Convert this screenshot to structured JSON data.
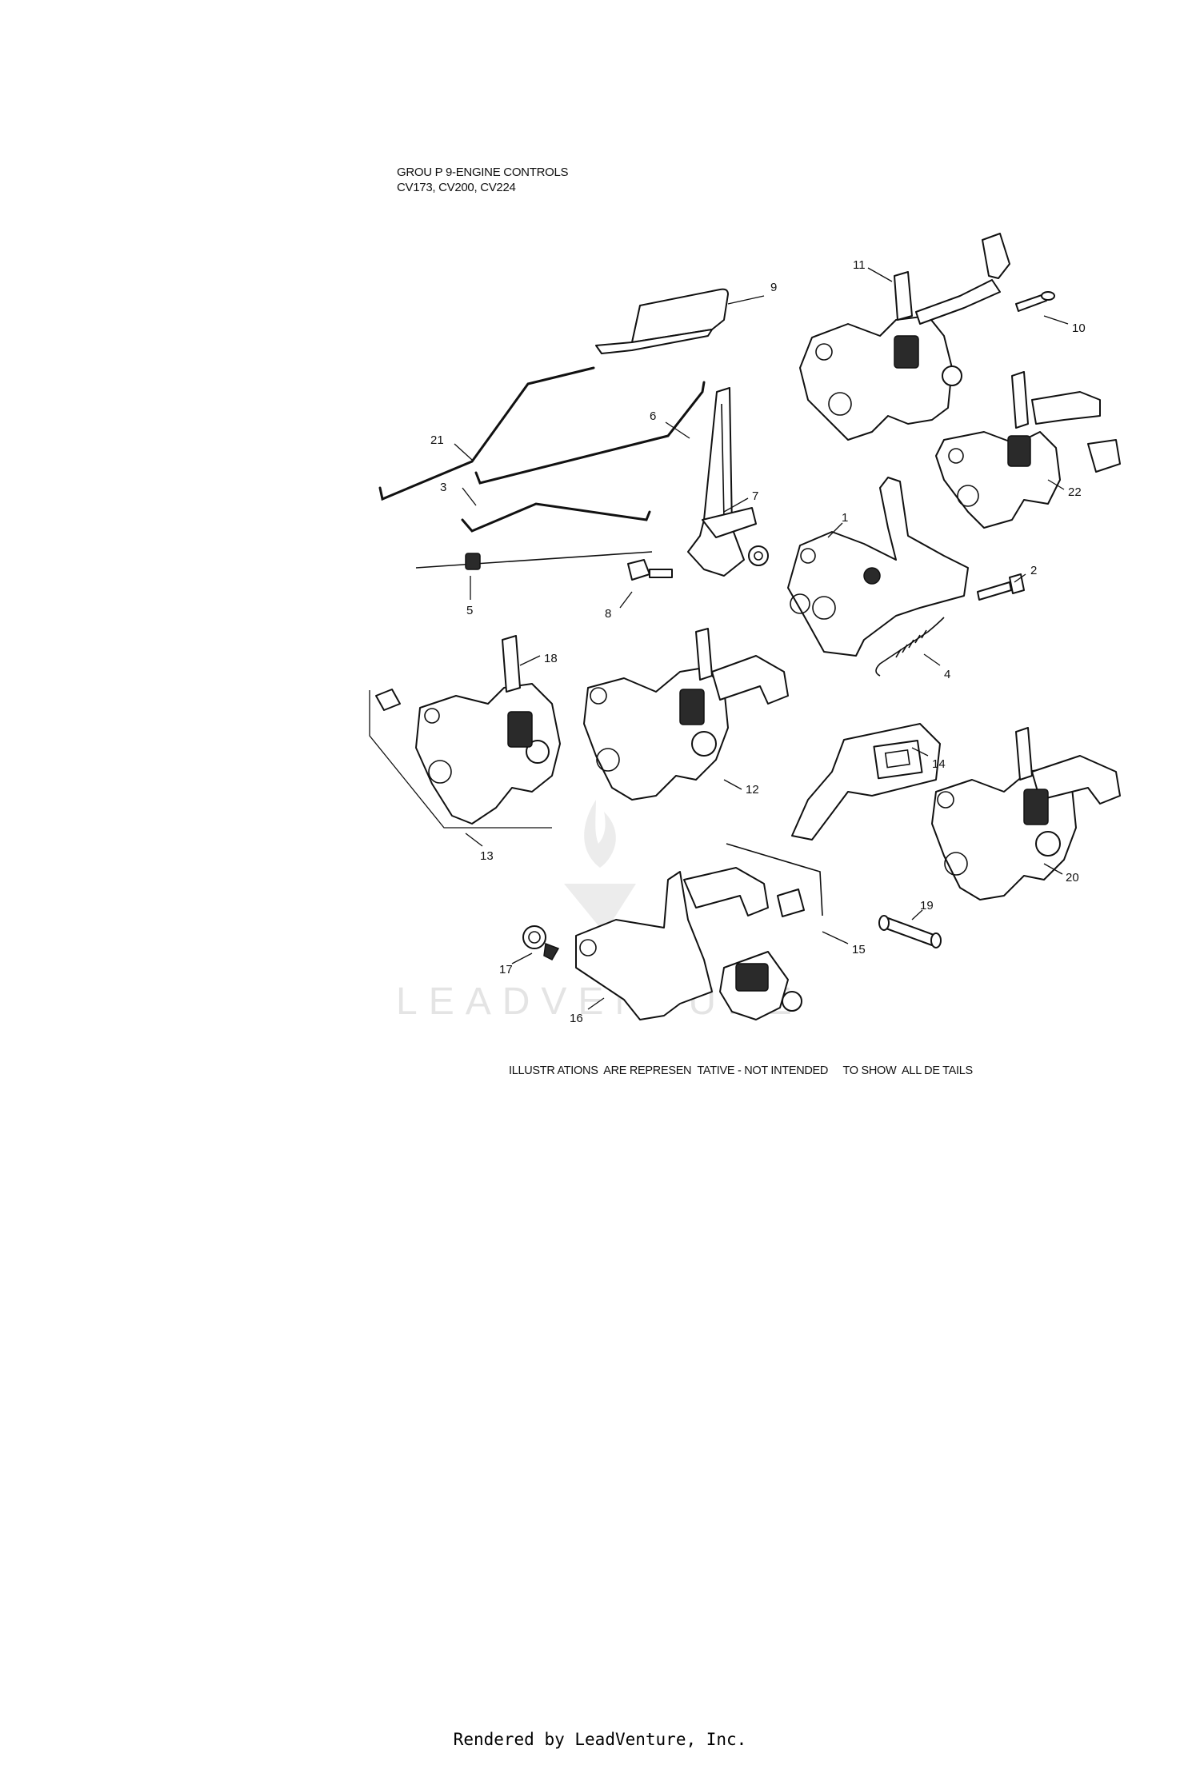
{
  "header": {
    "line1": "GROU P 9-ENGINE CONTROLS",
    "line2": "CV173, CV200, CV224"
  },
  "disclaimer": "ILLUSTR ATIONS  ARE REPRESEN  TATIVE - NOT INTENDED     TO SHOW  ALL DE TAILS",
  "watermark": "LEADVENTURE",
  "footer": "Rendered by LeadVenture, Inc.",
  "callouts": [
    {
      "id": "c1",
      "label": "1"
    },
    {
      "id": "c2",
      "label": "2"
    },
    {
      "id": "c3",
      "label": "3"
    },
    {
      "id": "c4",
      "label": "4"
    },
    {
      "id": "c5",
      "label": "5"
    },
    {
      "id": "c6",
      "label": "6"
    },
    {
      "id": "c7",
      "label": "7"
    },
    {
      "id": "c8",
      "label": "8"
    },
    {
      "id": "c9",
      "label": "9"
    },
    {
      "id": "c10",
      "label": "10"
    },
    {
      "id": "c11",
      "label": "11"
    },
    {
      "id": "c12",
      "label": "12"
    },
    {
      "id": "c13",
      "label": "13"
    },
    {
      "id": "c14",
      "label": "14"
    },
    {
      "id": "c15",
      "label": "15"
    },
    {
      "id": "c16",
      "label": "16"
    },
    {
      "id": "c17",
      "label": "17"
    },
    {
      "id": "c18",
      "label": "18"
    },
    {
      "id": "c19",
      "label": "19"
    },
    {
      "id": "c20",
      "label": "20"
    },
    {
      "id": "c21",
      "label": "21"
    },
    {
      "id": "c22",
      "label": "22"
    }
  ],
  "colors": {
    "line": "#111111",
    "background": "#ffffff",
    "watermark": "#e4e4e4"
  }
}
